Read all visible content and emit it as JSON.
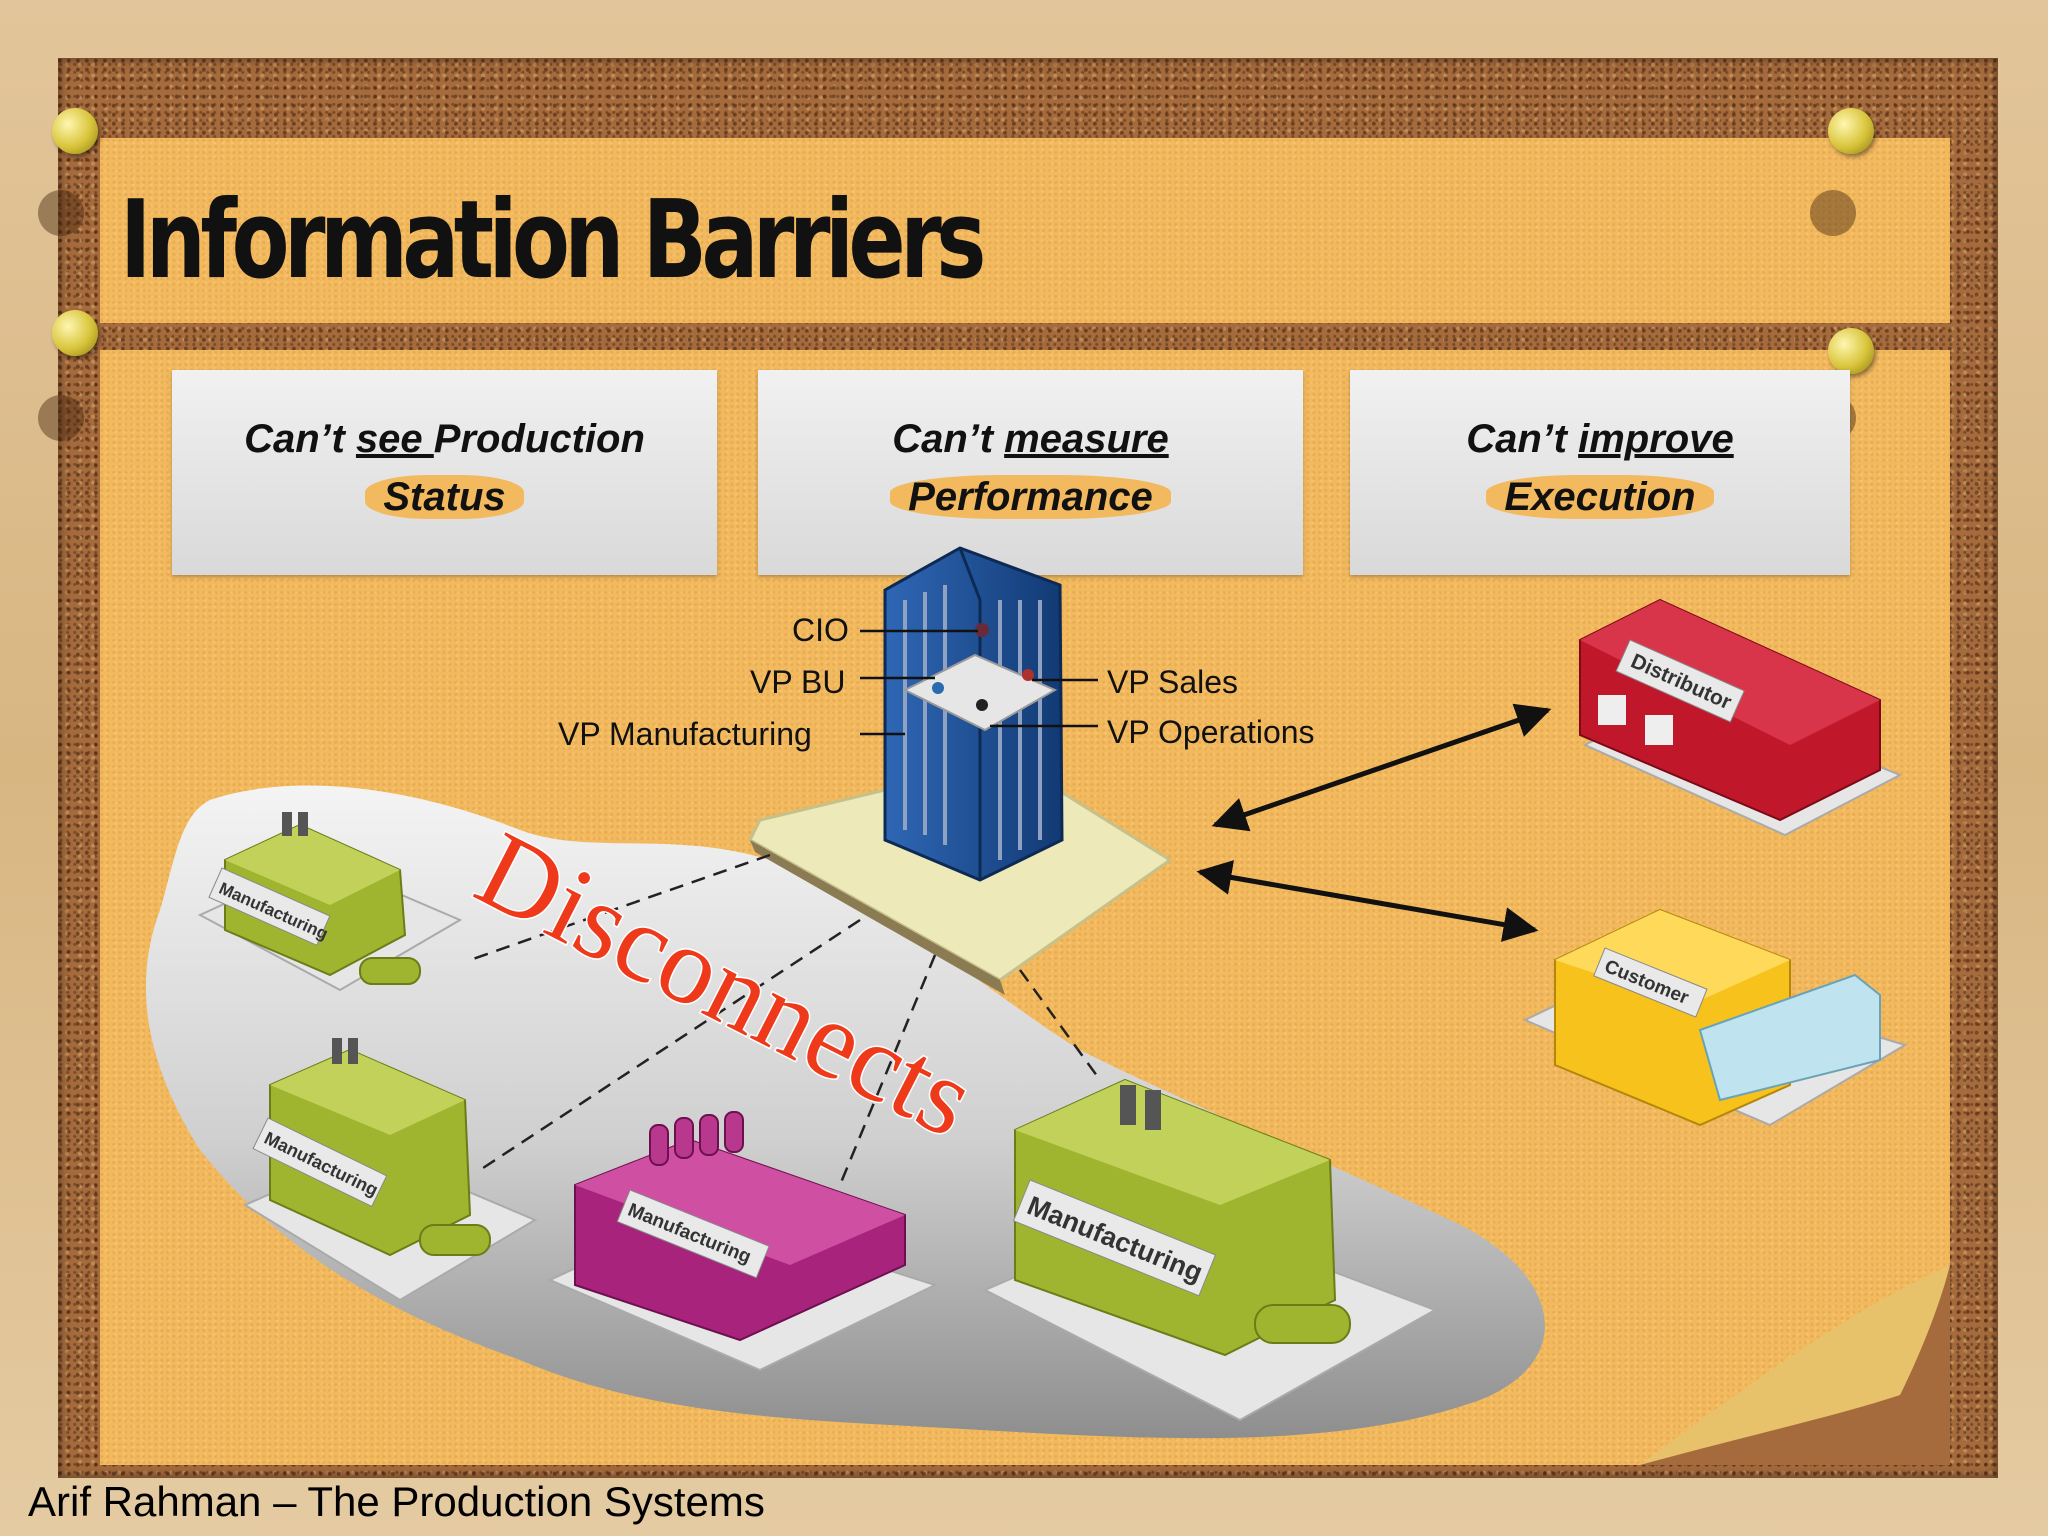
{
  "title": "Information Barriers",
  "barriers": [
    {
      "line1_a": "Can’t ",
      "line1_b": "see ",
      "line1_c": "Production",
      "line2": "Status"
    },
    {
      "line1_a": "Can’t ",
      "line1_b": "measure",
      "line1_c": "",
      "line2": "Performance"
    },
    {
      "line1_a": "Can’t ",
      "line1_b": "improve",
      "line1_c": "",
      "line2": "Execution"
    }
  ],
  "hq_roles": {
    "cio": "CIO",
    "vp_bu": "VP BU",
    "vp_manufacturing": "VP Manufacturing",
    "vp_sales": "VP Sales",
    "vp_operations": "VP Operations"
  },
  "disconnect_label": "Disconnects",
  "plants": [
    "Manufacturing",
    "Manufacturing",
    "Manufacturing",
    "Manufacturing"
  ],
  "external": {
    "distributor": "Distributor",
    "customer": "Customer"
  },
  "colors": {
    "cork": "#a56b3d",
    "paper": "#f2b95e",
    "disconnect": "#ee3a1a",
    "plant_green": "#9fb52f",
    "plant_magenta": "#a8237c",
    "distributor": "#c0172a",
    "customer": "#f7c21c",
    "tower": "#1d4a8e"
  },
  "footer": "Arif Rahman – The Production Systems"
}
